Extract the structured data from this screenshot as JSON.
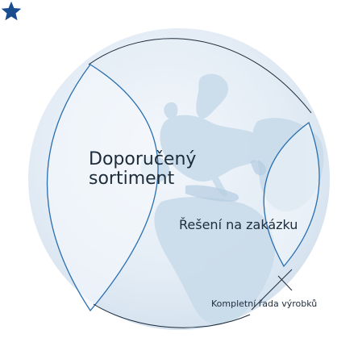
{
  "diagram": {
    "labels": {
      "recommended_assortment": "Doporučený",
      "recommended_assortment_line2": "sortiment",
      "custom_solutions": "Řešení na zakázku",
      "complete_range": "Kompletní řada výrobků"
    },
    "icons": {
      "highlight": "star-icon"
    },
    "colors": {
      "star": "#1a4d8f",
      "outline": "#2a6fb0",
      "globe_light": "#e6eef6",
      "land": "#c9dbea",
      "text": "#1d2c3b"
    }
  }
}
